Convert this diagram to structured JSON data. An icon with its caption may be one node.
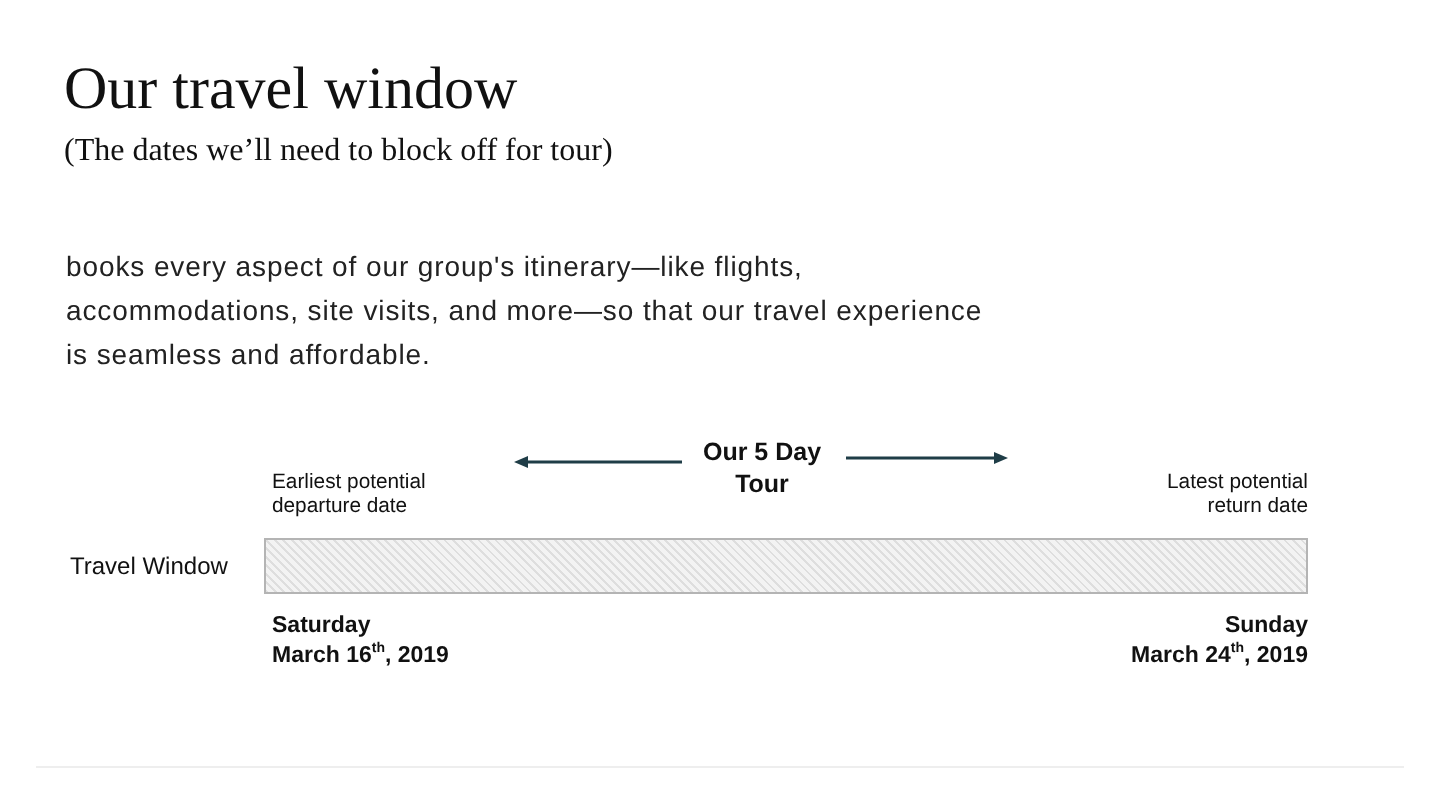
{
  "diagram": {
    "title": "Our travel window",
    "nodes": [
      {
        "text": [],
        "shape": "bar",
        "beside": [
          "Travel Window"
        ]
      }
    ],
    "labels": [
      "(The dates we’ll need to block off for tour)",
      "books every aspect of our group's itinerary—like flights, accommodations, site visits, and more—so that our travel experience is seamless and affordable.",
      "Earliest potential departure date",
      "Our 5 Day Tour",
      "Latest potential return date",
      "Saturday March 16$^{th}$, 2019",
      "Sunday March 24$^{th}$, 2019"
    ]
  }
}
